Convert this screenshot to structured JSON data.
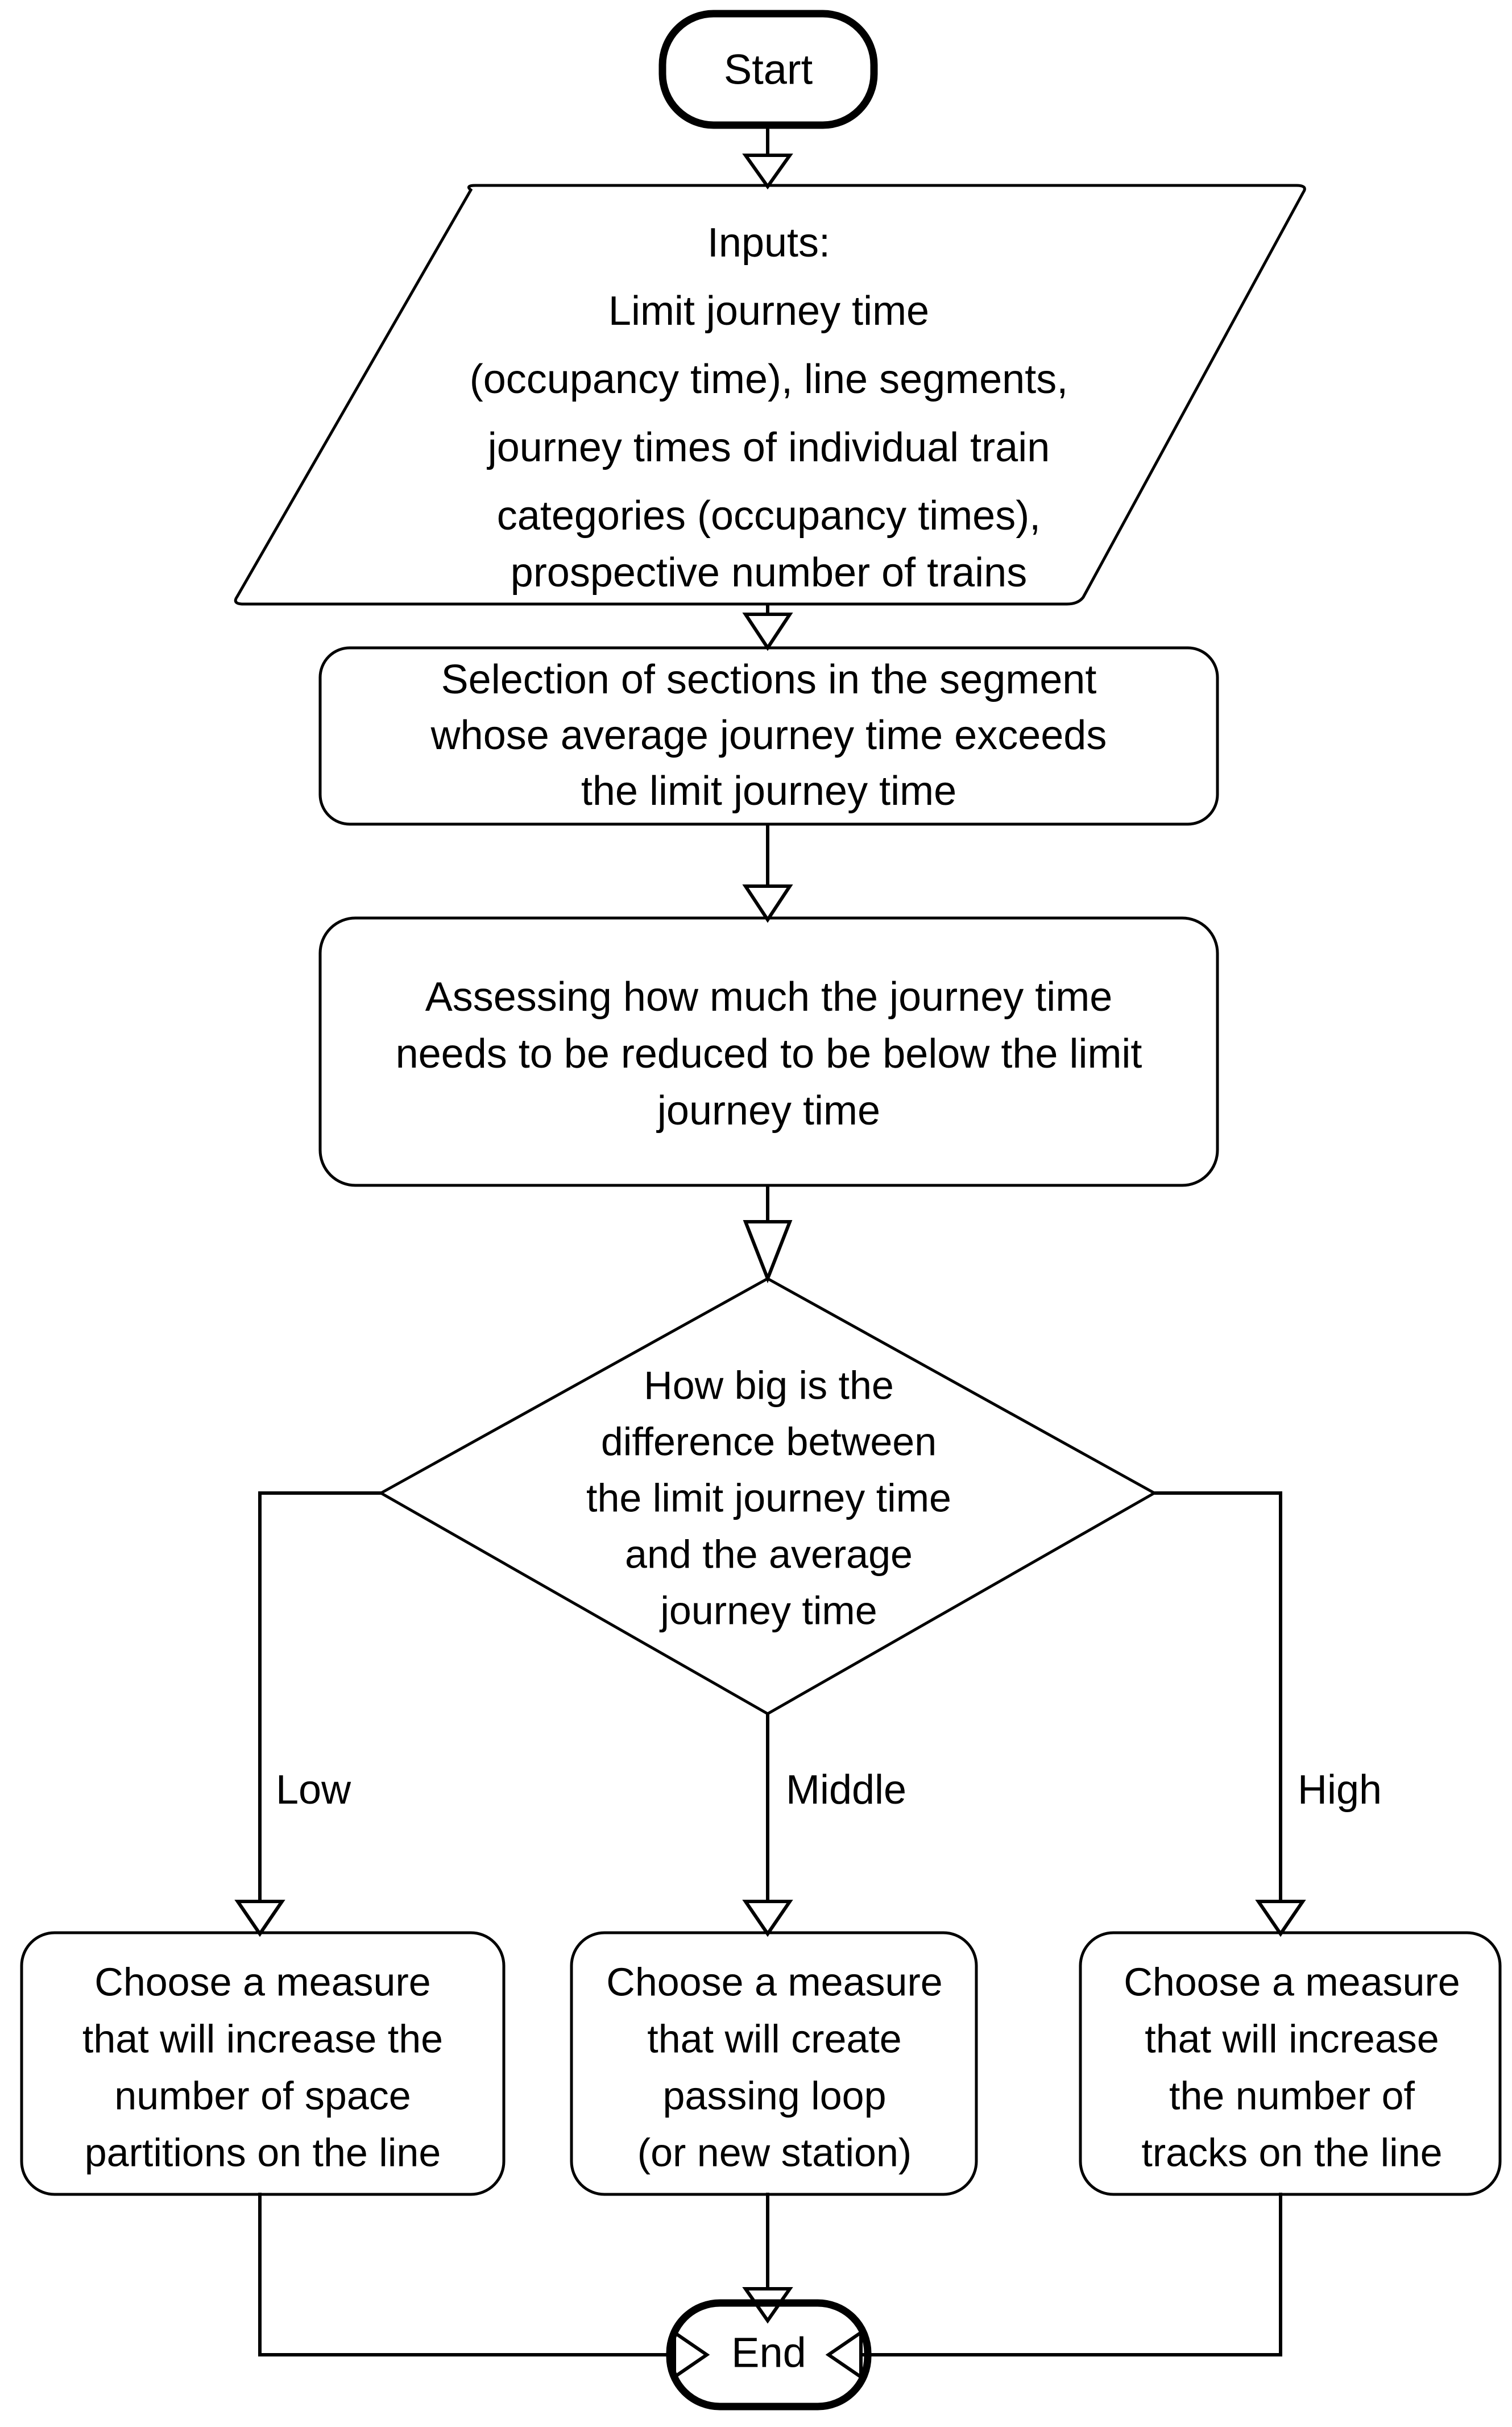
{
  "diagram": {
    "type": "flowchart",
    "title": "Railway line capacity measure selection flowchart",
    "orientation": "top-to-bottom",
    "colors": {
      "background": "#ffffff",
      "stroke": "#000000",
      "shape_fill": "#ffffff"
    }
  },
  "nodes": {
    "start": {
      "shape": "terminator",
      "label": "Start"
    },
    "inputs": {
      "shape": "parallelogram-io",
      "lines": [
        "Inputs:",
        "Limit journey time",
        "(occupancy time), line segments,",
        "journey times of individual train",
        "categories (occupancy times),",
        "prospective number of trains"
      ]
    },
    "selection": {
      "shape": "process-rounded",
      "lines": [
        "Selection of sections in the segment",
        "whose average journey time exceeds",
        "the limit journey time"
      ]
    },
    "assessing": {
      "shape": "process-rounded",
      "lines": [
        "Assessing how much the journey time",
        "needs to be reduced to be below the limit",
        "journey time"
      ]
    },
    "decision": {
      "shape": "diamond",
      "lines": [
        "How big is the",
        "difference between",
        "the limit journey time",
        "and the average",
        "journey time"
      ]
    },
    "measure_low": {
      "shape": "process-rounded",
      "lines": [
        "Choose a measure",
        "that will increase the",
        "number of space",
        "partitions on the line"
      ]
    },
    "measure_middle": {
      "shape": "process-rounded",
      "lines": [
        "Choose a measure",
        "that will create",
        "passing loop",
        "(or new station)"
      ]
    },
    "measure_high": {
      "shape": "process-rounded",
      "lines": [
        "Choose a measure",
        "that will increase",
        "the number of",
        "tracks on the line"
      ]
    },
    "end": {
      "shape": "terminator",
      "label": "End"
    }
  },
  "edges": [
    {
      "from": "start",
      "to": "inputs",
      "label": ""
    },
    {
      "from": "inputs",
      "to": "selection",
      "label": ""
    },
    {
      "from": "selection",
      "to": "assessing",
      "label": ""
    },
    {
      "from": "assessing",
      "to": "decision",
      "label": ""
    },
    {
      "from": "decision",
      "to": "measure_low",
      "label": "Low"
    },
    {
      "from": "decision",
      "to": "measure_middle",
      "label": "Middle"
    },
    {
      "from": "decision",
      "to": "measure_high",
      "label": "High"
    },
    {
      "from": "measure_low",
      "to": "end",
      "label": ""
    },
    {
      "from": "measure_middle",
      "to": "end",
      "label": ""
    },
    {
      "from": "measure_high",
      "to": "end",
      "label": ""
    }
  ],
  "branch_labels": {
    "low": "Low",
    "middle": "Middle",
    "high": "High"
  }
}
